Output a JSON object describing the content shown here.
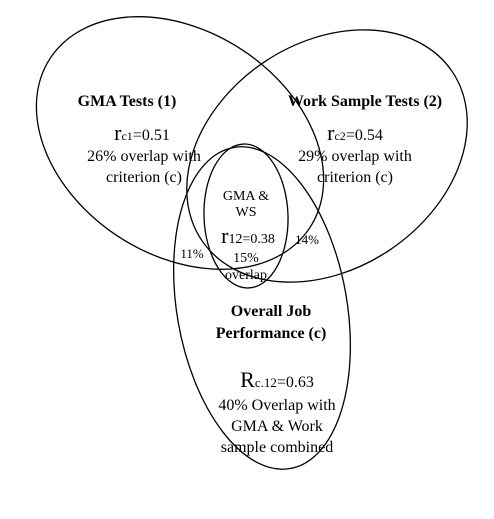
{
  "sets": {
    "gma": {
      "title": "GMA Tests (1)",
      "r_symbol": "r",
      "r_sub": "c1",
      "r_value": "=0.51",
      "overlap_line1": "26% overlap with",
      "overlap_line2": "criterion (c)"
    },
    "work_sample": {
      "title": "Work Sample Tests (2)",
      "r_symbol": "r",
      "r_sub": "c2",
      "r_value": "=0.54",
      "overlap_line1": "29% overlap with",
      "overlap_line2": "criterion (c)"
    },
    "performance": {
      "title_line1": "Overall Job",
      "title_line2": "Performance (c)",
      "R_symbol": "R",
      "R_sub": "c.12",
      "R_value": "=0.63",
      "overlap_line1": "40% Overlap with",
      "overlap_line2": "GMA & Work",
      "overlap_line3": "sample combined"
    }
  },
  "intersection": {
    "label_line1": "GMA &",
    "label_line2": "WS",
    "r_symbol": "r",
    "r_value": "12=0.38",
    "overlap_line1": "15%",
    "overlap_line2": "overlap"
  },
  "regions": {
    "left_percent": "11%",
    "right_percent": "14%"
  }
}
